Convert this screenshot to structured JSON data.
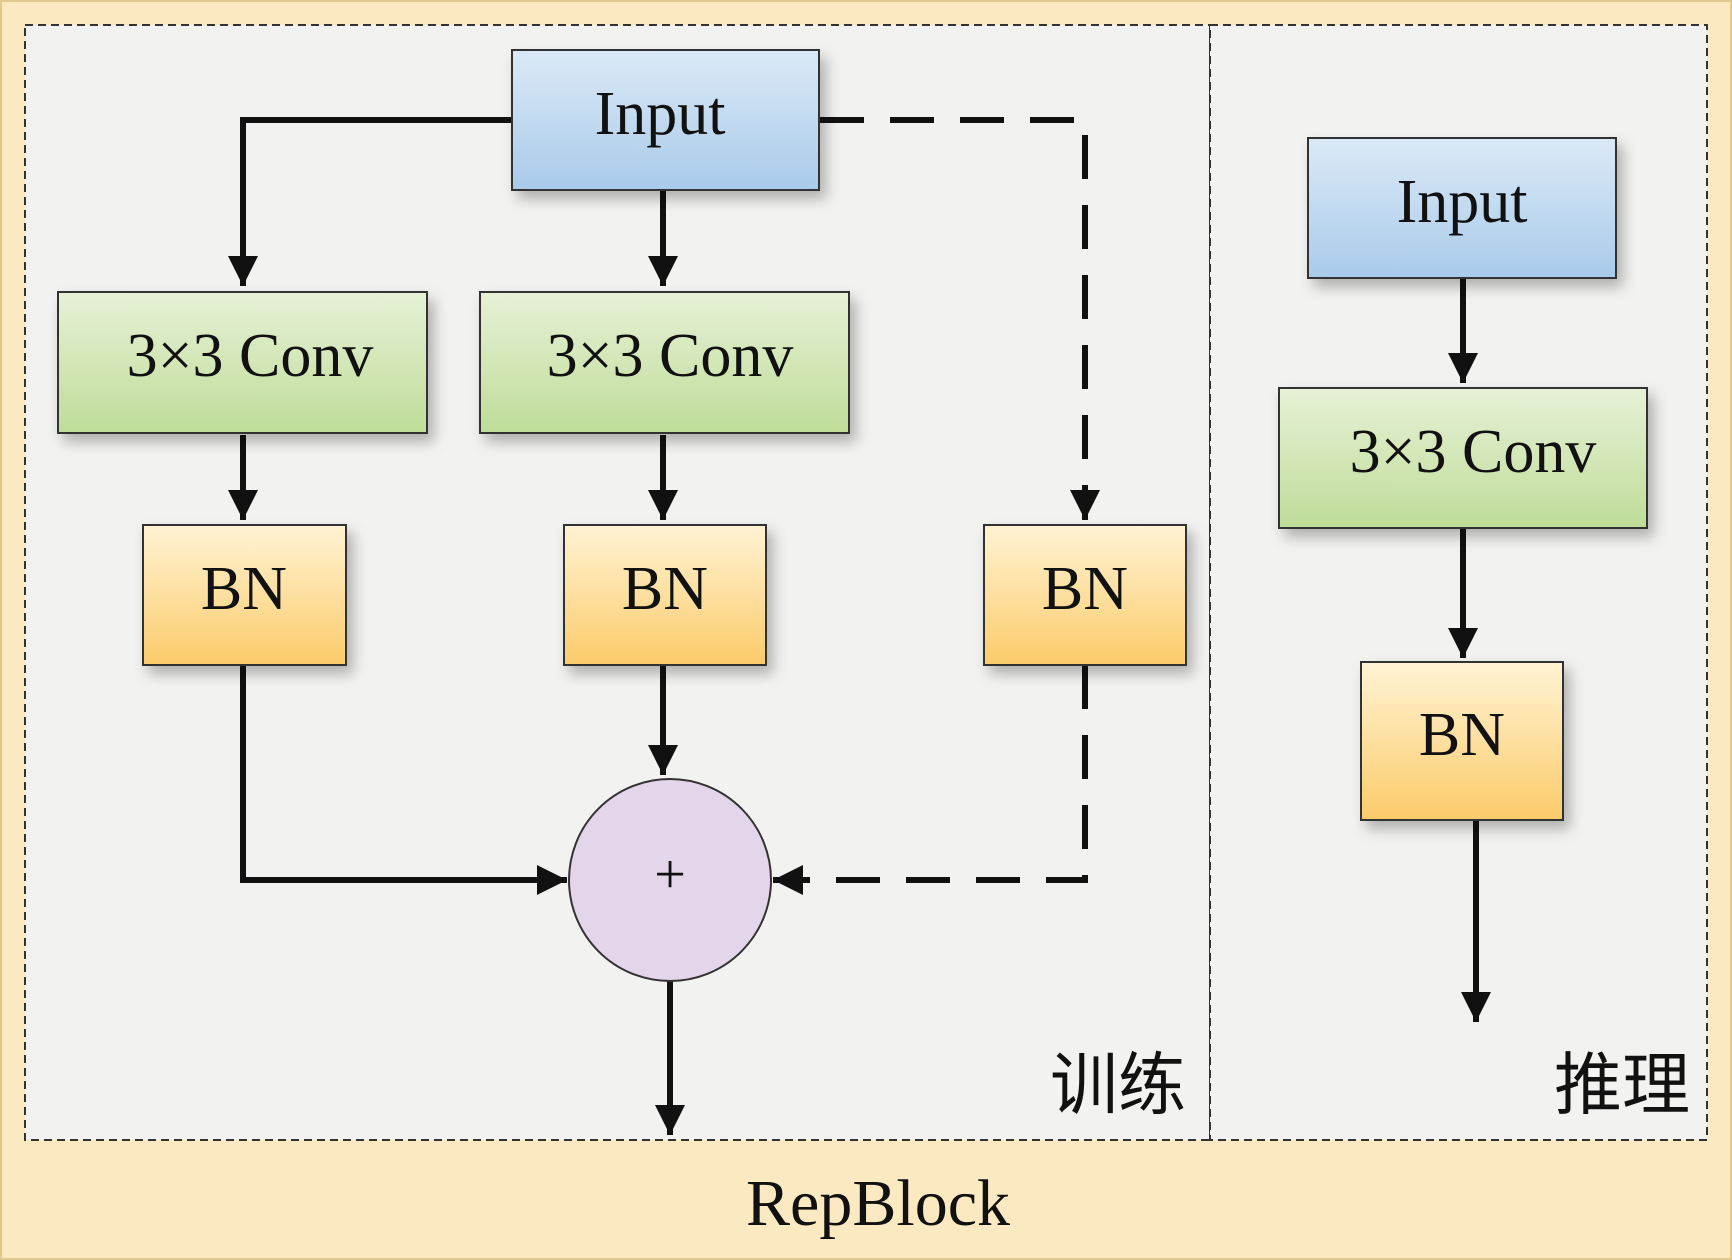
{
  "title": "RepBlock",
  "training": {
    "label": "训练",
    "input_label": "Input",
    "branch1": {
      "conv_label": "3×3 Conv",
      "bn_label": "BN"
    },
    "branch2": {
      "conv_label": "3×3 Conv",
      "bn_label": "BN"
    },
    "identity_branch": {
      "bn_label": "BN"
    },
    "add_symbol": "+"
  },
  "inference": {
    "label": "推理",
    "input_label": "Input",
    "conv_label": "3×3 Conv",
    "bn_label": "BN"
  },
  "colors": {
    "outer_bg": "#fbe9c1",
    "panel_bg": "#f2f2f1",
    "input_fill_top": "#dbe9f6",
    "input_fill_bottom": "#a8cbea",
    "conv_fill_top": "#e6f1d6",
    "conv_fill_bottom": "#bfdc98",
    "bn_fill_top": "#fff3d4",
    "bn_fill_bottom": "#fbcb6a",
    "add_fill": "#e4d6ea",
    "line": "#111111"
  }
}
